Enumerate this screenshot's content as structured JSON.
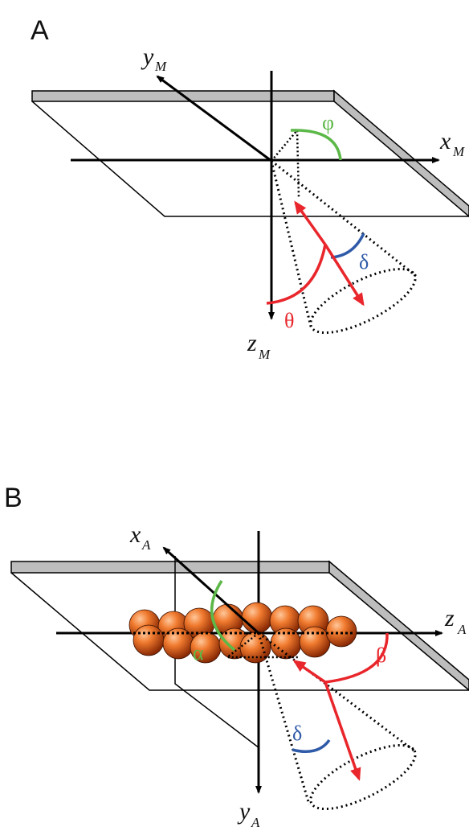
{
  "panels": [
    {
      "label": "A",
      "axes": {
        "y": {
          "main": "y",
          "sub": "M"
        },
        "x": {
          "main": "x",
          "sub": "M"
        },
        "z": {
          "main": "z",
          "sub": "M"
        }
      },
      "angles": {
        "phi": "φ",
        "delta": "δ",
        "theta": "θ"
      }
    },
    {
      "label": "B",
      "axes": {
        "x": {
          "main": "x",
          "sub": "A"
        },
        "z": {
          "main": "z",
          "sub": "A"
        },
        "y": {
          "main": "y",
          "sub": "A"
        }
      },
      "angles": {
        "alpha": "α",
        "beta": "β",
        "delta": "δ"
      }
    }
  ],
  "colors": {
    "red": "#e8262b",
    "blue": "#2f5aa8",
    "green": "#5cb848",
    "bead": "#e8621a",
    "plate": "#bdbdbd",
    "black": "#000000"
  }
}
